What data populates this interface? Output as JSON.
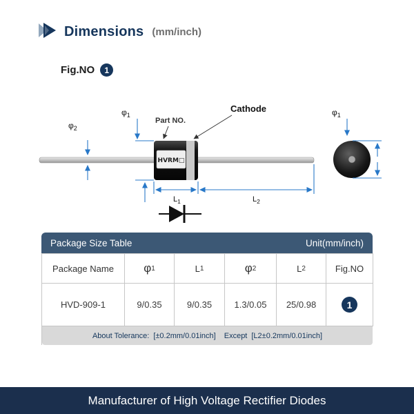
{
  "header": {
    "title": "Dimensions",
    "unit_suffix": "(mm/inch)"
  },
  "fig": {
    "label": "Fig.NO",
    "number": "1"
  },
  "diagram": {
    "part_no_label": "Part NO.",
    "cathode_label": "Cathode",
    "body_marking": "HVRM□",
    "dims": {
      "phi1": {
        "base": "φ",
        "sub": "1"
      },
      "phi2": {
        "base": "φ",
        "sub": "2"
      },
      "l1": {
        "base": "L",
        "sub": "1"
      },
      "l2": {
        "base": "L",
        "sub": "2"
      }
    }
  },
  "table": {
    "title": "Package Size Table",
    "unit": "Unit(mm/inch)",
    "columns": [
      {
        "base": "Package Name",
        "sub": ""
      },
      {
        "base": "φ",
        "sub": "1"
      },
      {
        "base": "L",
        "sub": "1"
      },
      {
        "base": "φ",
        "sub": "2"
      },
      {
        "base": "L",
        "sub": "2"
      },
      {
        "base": "Fig.NO",
        "sub": ""
      }
    ],
    "rows": [
      {
        "package_name": "HVD-909-1",
        "phi1": "9/0.35",
        "l1": "9/0.35",
        "phi2": "1.3/0.05",
        "l2": "25/0.98",
        "fig_no": "1"
      }
    ],
    "tolerance": {
      "prefix": "About Tolerance:",
      "tol": "[±0.2mm/0.01inch]",
      "except_label": "Except",
      "except_tol": "[L2±0.2mm/0.01inch]"
    }
  },
  "footer": {
    "text": "Manufacturer of High Voltage Rectifier Diodes"
  },
  "colors": {
    "accent_navy": "#16365c",
    "dimension_blue": "#2878c8",
    "table_header_bg": "#3c5875",
    "footer_bg": "#1b2f4d",
    "tolerance_bg": "#d9d9d9"
  }
}
